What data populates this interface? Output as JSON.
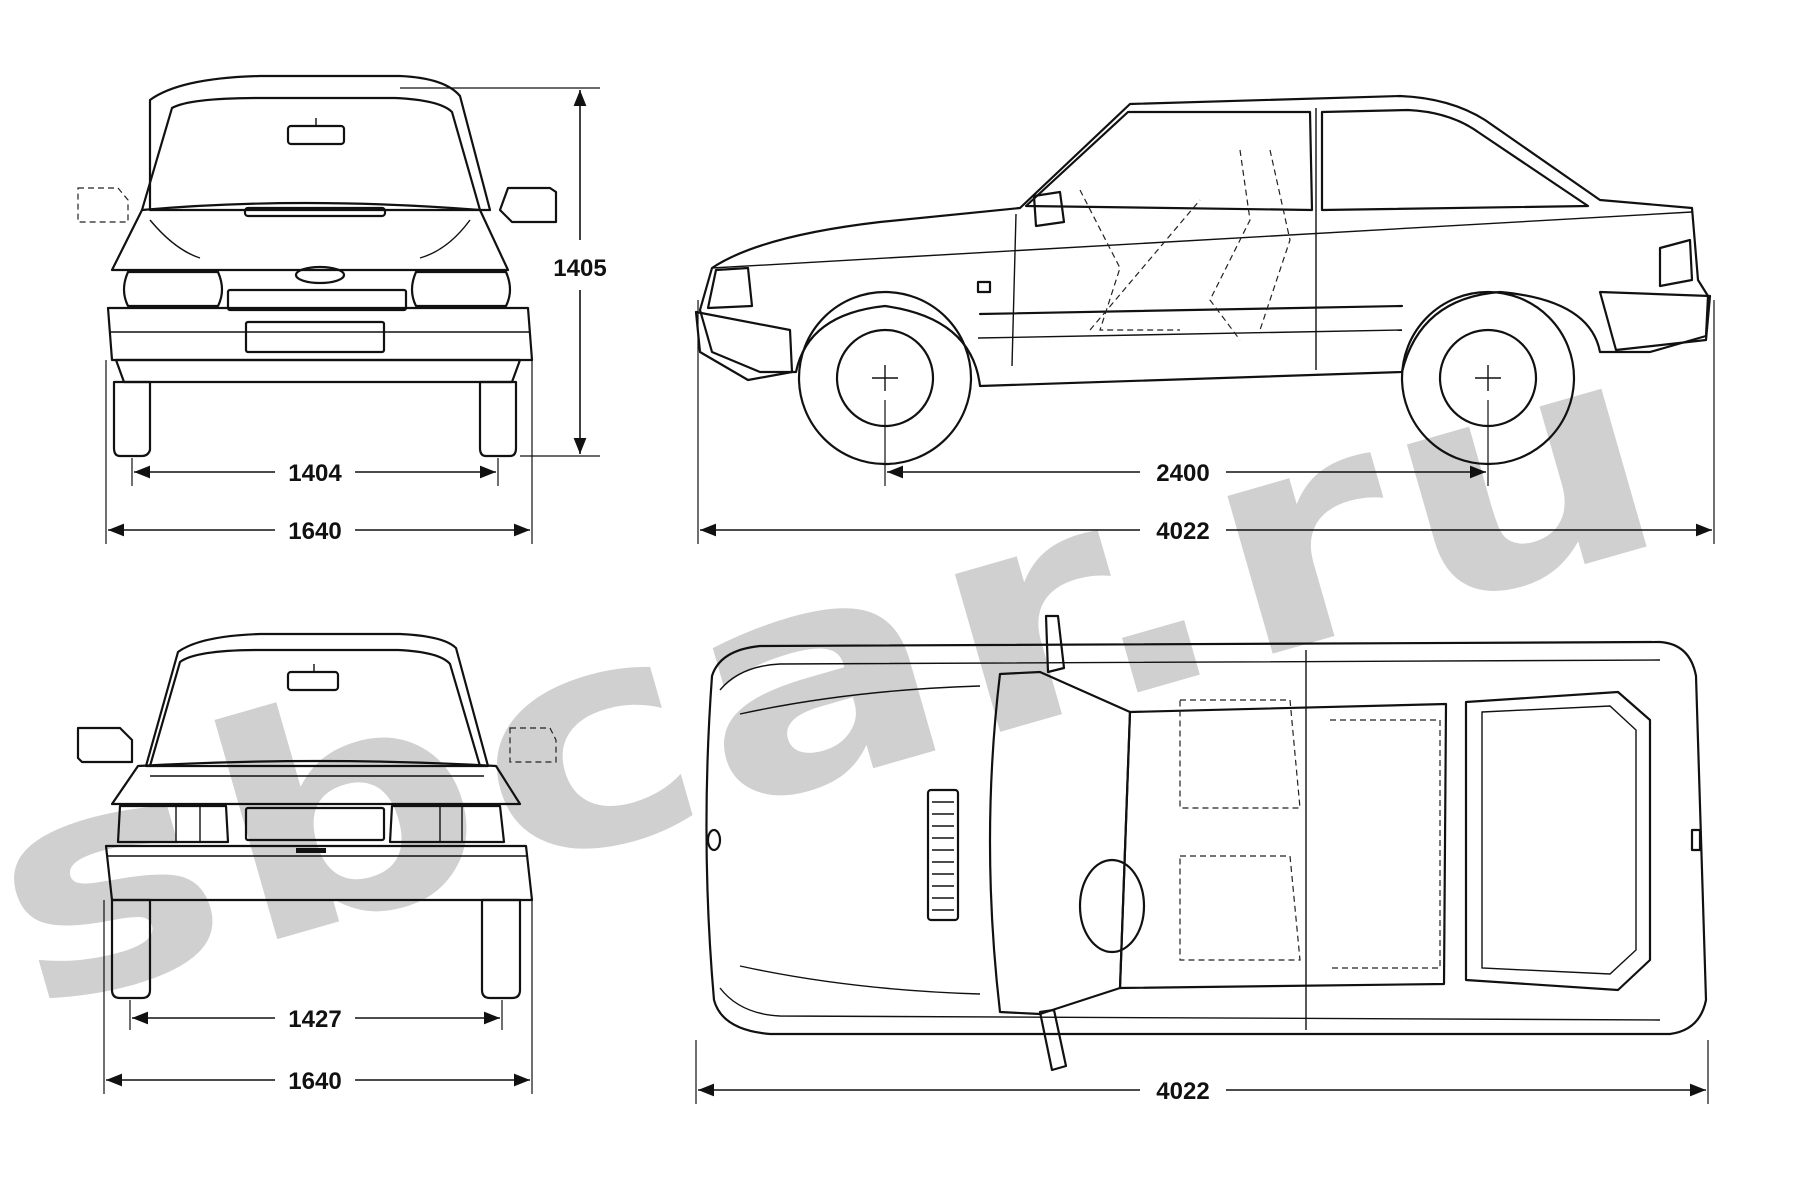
{
  "watermark": {
    "text": "sbcar.ru",
    "color": "#c8c8c8"
  },
  "views": {
    "front": {
      "dimensions": {
        "track": "1404",
        "width": "1640",
        "height": "1405"
      }
    },
    "side": {
      "dimensions": {
        "wheelbase": "2400",
        "length": "4022"
      }
    },
    "rear": {
      "dimensions": {
        "track": "1427",
        "width": "1640"
      }
    },
    "top": {
      "dimensions": {
        "length": "4022"
      }
    }
  },
  "colors": {
    "line": "#111111",
    "background": "#ffffff"
  }
}
